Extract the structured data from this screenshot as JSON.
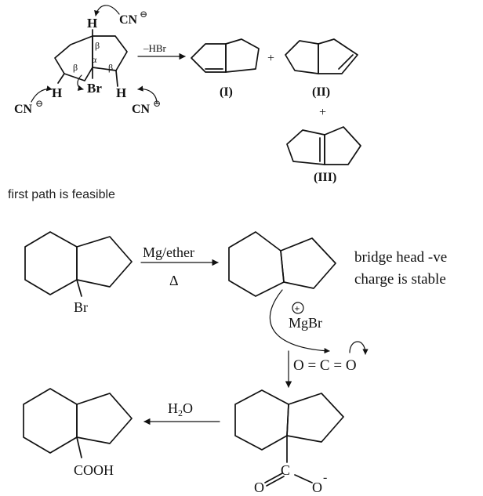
{
  "section1": {
    "nucleophile": "CN",
    "charge": "⊖",
    "h": "H",
    "br": "Br",
    "alpha": "α",
    "beta": "β",
    "reagent": "–HBr",
    "plus": "+",
    "product_labels": [
      "(I)",
      "(II)",
      "(III)"
    ]
  },
  "caption": "first path is feasible",
  "section2": {
    "br": "Br",
    "reagent_top": "Mg/ether",
    "reagent_bottom": "Δ",
    "plus_charge": "+",
    "mgbr": "MgBr",
    "note_line1": "bridge head -ve",
    "note_line2": "charge is stable",
    "co2": "O = C = O",
    "c": "C",
    "o": "O",
    "minus": "-",
    "h2o_h": "H",
    "h2o_sub": "2",
    "h2o_o": "O",
    "cooh": "COOH"
  }
}
